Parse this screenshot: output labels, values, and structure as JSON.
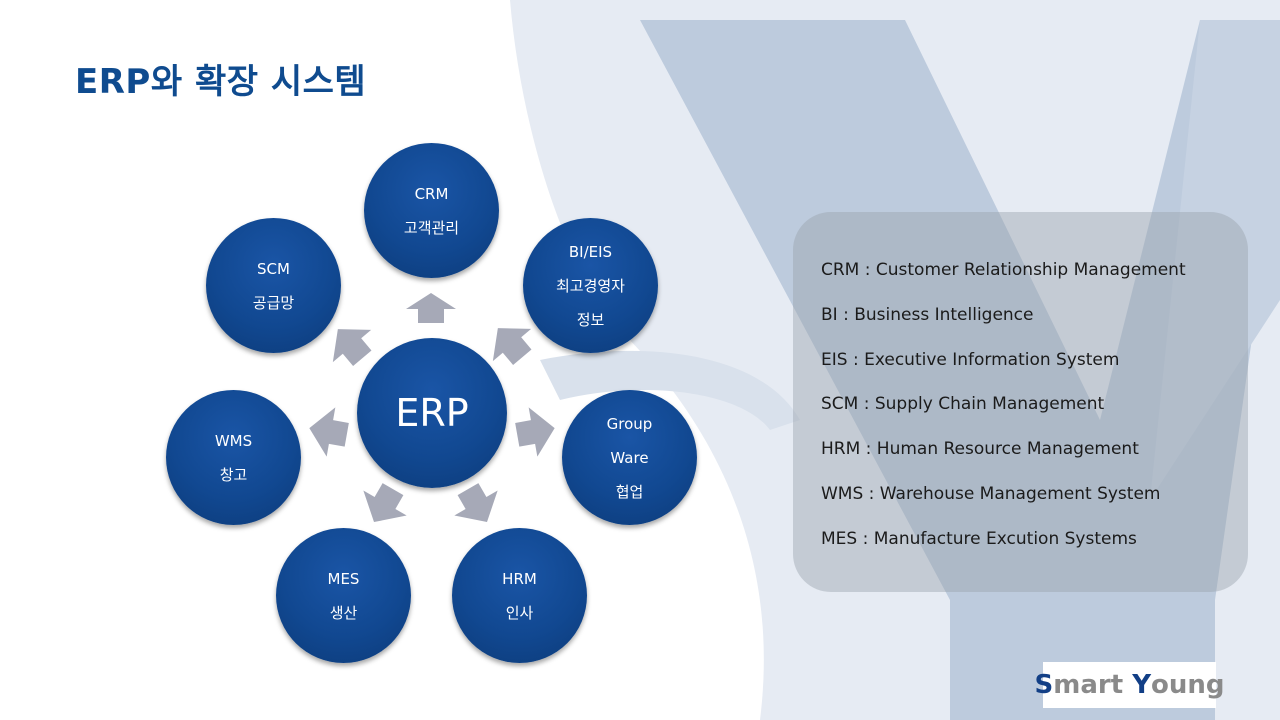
{
  "title": "ERP와 확장 시스템",
  "diagram": {
    "center": {
      "label": "ERP"
    },
    "satellites": [
      {
        "id": "crm",
        "lines": [
          "CRM",
          "고객관리"
        ]
      },
      {
        "id": "bieis",
        "lines": [
          "BI/EIS",
          "최고경영자",
          "정보"
        ]
      },
      {
        "id": "groupware",
        "lines": [
          "Group",
          "Ware",
          "협업"
        ]
      },
      {
        "id": "hrm",
        "lines": [
          "HRM",
          "인사"
        ]
      },
      {
        "id": "mes",
        "lines": [
          "MES",
          "생산"
        ]
      },
      {
        "id": "wms",
        "lines": [
          "WMS",
          "창고"
        ]
      },
      {
        "id": "scm",
        "lines": [
          "SCM",
          "공급망"
        ]
      }
    ]
  },
  "legend": {
    "items": [
      "CRM : Customer Relationship Management",
      "BI : Business Intelligence",
      "EIS : Executive Information System",
      "SCM : Supply Chain Management",
      "HRM : Human Resource Management",
      "WMS : Warehouse Management System",
      "MES : Manufacture Excution Systems"
    ]
  },
  "logo": {
    "s": "S",
    "mart": "mart ",
    "y": "Y",
    "oung": "oung"
  },
  "colors": {
    "title": "#0f4b8f",
    "node": "#114891",
    "arrow": "#a6a9b7",
    "background_shape": "#b7c6db"
  }
}
